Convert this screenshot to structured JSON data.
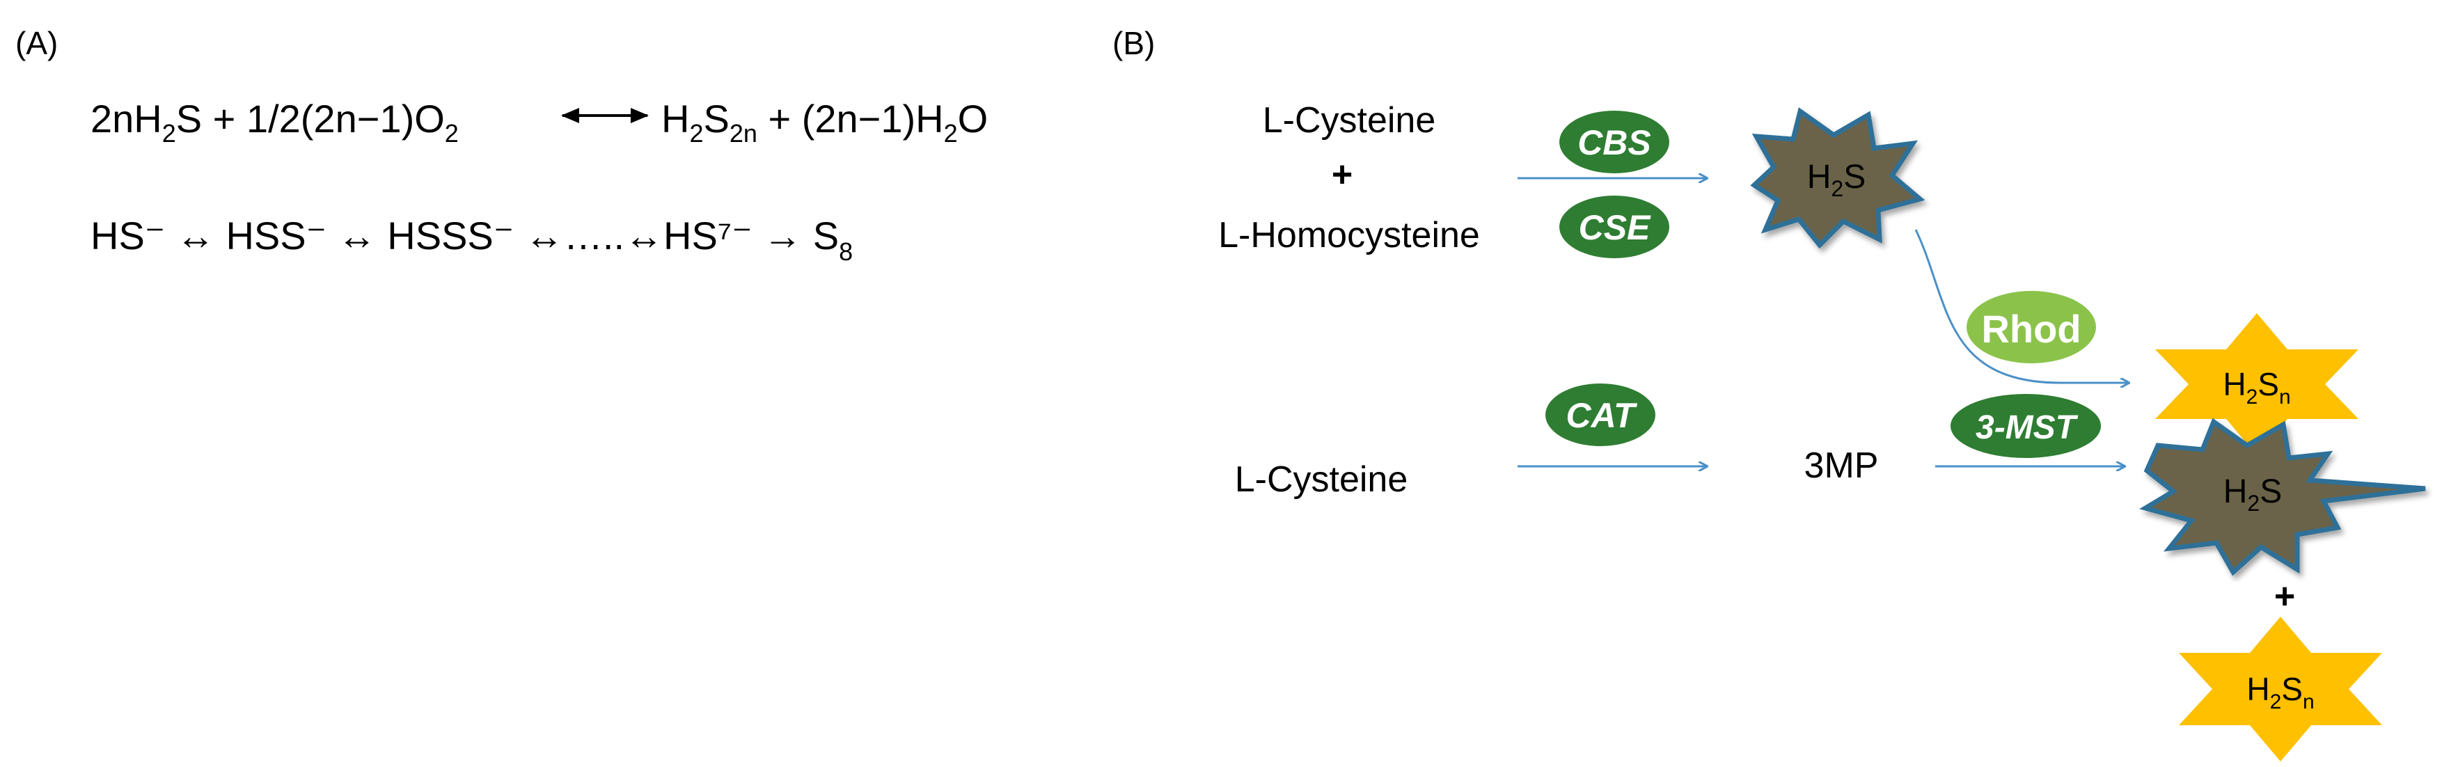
{
  "panel_a": {
    "label": "(A)",
    "eq1": {
      "a": "2nH",
      "a_sub": "2",
      "b": "S + 1/2(2n−1)O",
      "b_sub": "2",
      "arrow": "←→",
      "c": "H",
      "c_sub1": "2",
      "d": "S",
      "d_sub": "2n",
      "e": " + (2n−1)H",
      "e_sub": "2",
      "f": "O"
    },
    "eq2": {
      "a": "HS⁻ ↔ HSS⁻ ↔ HSSS⁻ ↔…..↔HS⁷⁻ → S",
      "sub": "8"
    }
  },
  "panel_b": {
    "label": "(B)",
    "substrate_top_1": "L-Cysteine",
    "plus_top": "+",
    "substrate_top_2": "L-Homocysteine",
    "substrate_bottom": "L-Cysteine",
    "intermediate": "3MP",
    "plus_bottom": "+",
    "enzymes": {
      "cbs": "CBS",
      "cse": "CSE",
      "cat": "CAT",
      "rhod": "Rhod",
      "mst": "3-MST"
    },
    "products": {
      "h2s_main": "H",
      "h2s_main_sub": "2",
      "h2s_main_tail": "S",
      "h2sn_top": "H",
      "h2sn_top_sub": "2",
      "h2sn_top_tail": "S",
      "h2sn_top_sub2": "n",
      "h2s_bottom": "H",
      "h2s_bottom_sub": "2",
      "h2s_bottom_tail": "S",
      "h2sn_bottom": "H",
      "h2sn_bottom_sub": "2",
      "h2sn_bottom_tail": "S",
      "h2sn_bottom_sub2": "n"
    }
  },
  "colors": {
    "enzyme_dark_green": "#2e7d32",
    "enzyme_light_green": "#8bc34a",
    "arrow_blue": "#4a90c8",
    "burst_fill": "#6b6448",
    "burst_stroke": "#2f6f98",
    "star_fill": "#ffc000"
  },
  "icons": {
    "h2s_shape": "burst-icon",
    "h2sn_shape": "four-point-star-icon"
  }
}
